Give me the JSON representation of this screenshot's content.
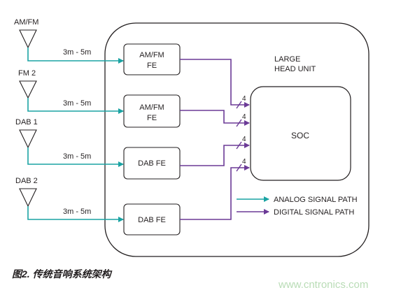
{
  "antennas": [
    {
      "label": "AM/FM",
      "cable": "3m - 5m"
    },
    {
      "label": "FM 2",
      "cable": "3m - 5m"
    },
    {
      "label": "DAB 1",
      "cable": "3m - 5m"
    },
    {
      "label": "DAB 2",
      "cable": "3m - 5m"
    }
  ],
  "head_unit": {
    "line1": "LARGE",
    "line2": "HEAD UNIT"
  },
  "front_ends": [
    {
      "line1": "AM/FM",
      "line2": "FE"
    },
    {
      "line1": "AM/FM",
      "line2": "FE"
    },
    {
      "line1": "DAB FE",
      "line2": ""
    },
    {
      "line1": "DAB FE",
      "line2": ""
    }
  ],
  "soc": {
    "label": "SOC"
  },
  "bus_widths": [
    "4",
    "4",
    "4",
    "4"
  ],
  "legend": {
    "analog": "ANALOG SIGNAL PATH",
    "digital": "DIGITAL SIGNAL PATH"
  },
  "caption": "图2. 传统音响系统架构",
  "watermark": "www.cntronics.com",
  "colors": {
    "analog": "#1aa3a3",
    "digital": "#6b3a96",
    "stroke": "#231f20"
  }
}
